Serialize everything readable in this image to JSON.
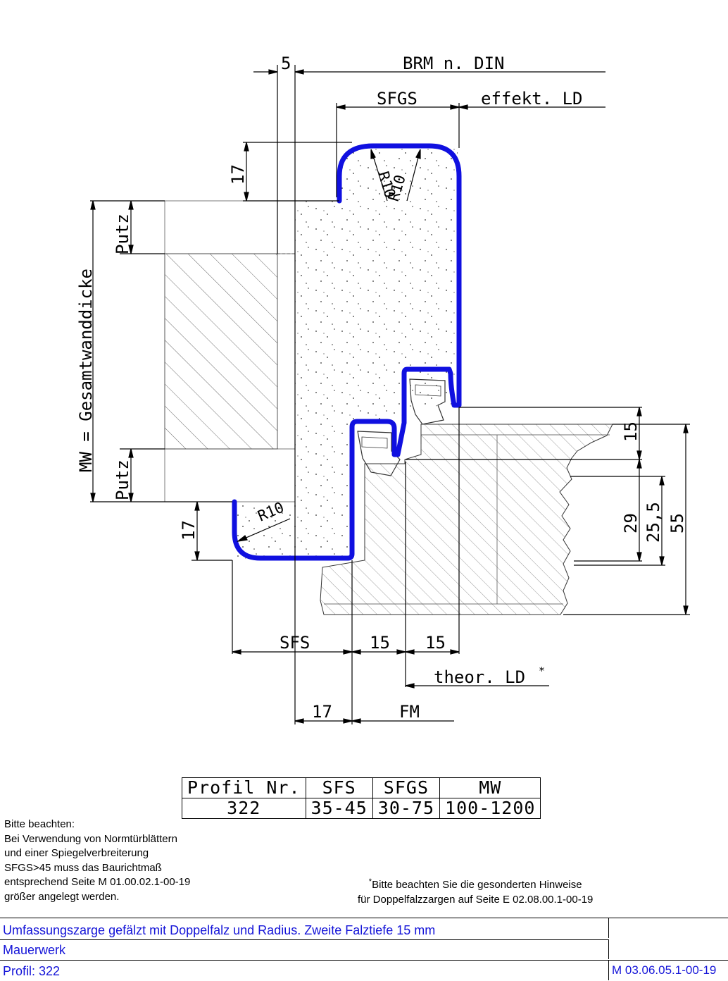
{
  "dimensions": {
    "top_5": "5",
    "brm": "BRM n. DIN",
    "sfgs": "SFGS",
    "effekt_ld": "effekt. LD",
    "top_17": "17",
    "r10_a": "R10",
    "r10_b": "R10",
    "putz_top": "Putz",
    "gesamt": "MW = Gesamtwanddicke",
    "putz_bottom": "Putz",
    "r10_c": "R10",
    "bottom_17": "17",
    "right_15": "15",
    "right_29": "29",
    "right_255": "25,5",
    "right_55": "55",
    "sfs": "SFS",
    "mid_15a": "15",
    "mid_15b": "15",
    "theor_ld": "theor. LD",
    "theor_star": "*",
    "low_17": "17",
    "fm": "FM"
  },
  "table": {
    "headers": [
      "Profil Nr.",
      "SFS",
      "SFGS",
      "MW"
    ],
    "row": [
      "322",
      "35-45",
      "30-75",
      "100-1200"
    ]
  },
  "note_left": [
    "Bitte beachten:",
    "Bei Verwendung von Normtürblättern",
    "und einer Spiegelverbreiterung",
    "SFGS>45 muss das Baurichtmaß",
    "entsprechend Seite M 01.00.02.1-00-19",
    "größer angelegt werden."
  ],
  "note_right": {
    "star": "*",
    "line1": "Bitte beachten Sie die gesonderten Hinweise",
    "line2": "für Doppelfalzzargen auf Seite E 02.08.00.1-00-19"
  },
  "title_block": {
    "line1": "Umfassungszarge gefälzt mit Doppelfalz und Radius. Zweite Falztiefe 15 mm",
    "line2": "Mauerwerk",
    "line3": "Profil: 322",
    "doc_number": "M 03.06.05.1-00-19"
  },
  "colors": {
    "profile": "#1010e0",
    "title_text": "#1414d8"
  }
}
